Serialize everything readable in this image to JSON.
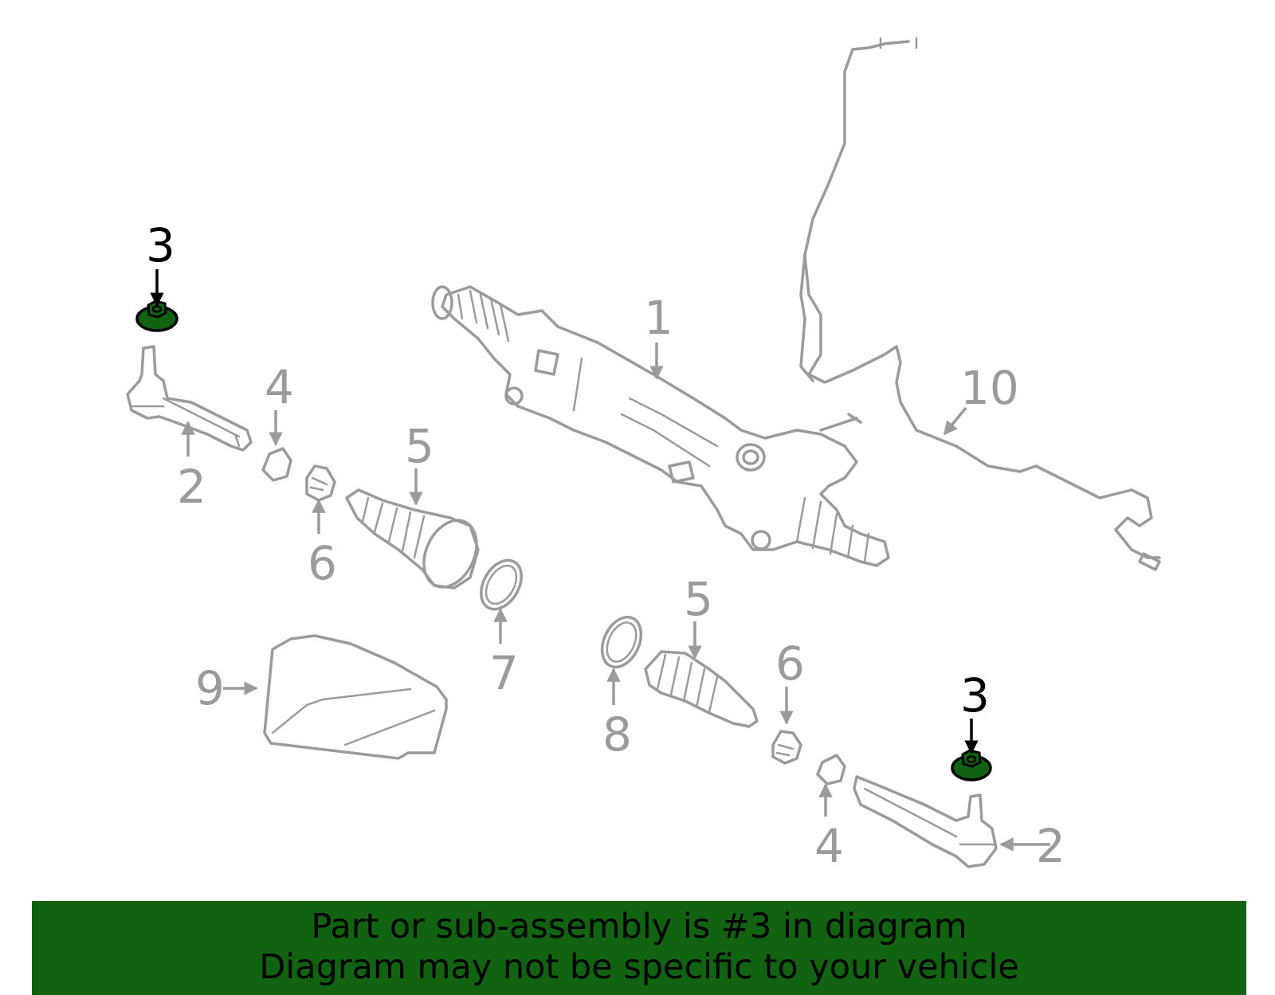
{
  "diagram": {
    "highlight_color": "#116211",
    "line_color": "#9b9b9b",
    "callouts": {
      "rack_gear": "1",
      "tie_rod_end_left": "2",
      "tie_rod_end_right": "2",
      "nut_left": "3",
      "nut_right": "3",
      "jam_nut_left": "4",
      "jam_nut_right": "4",
      "boot_left": "5",
      "boot_right": "5",
      "clamp_left": "6",
      "clamp_right": "6",
      "ring_left": "7",
      "ring_right": "8",
      "heat_shield": "9",
      "wiring_harness": "10"
    },
    "highlighted_callout": "3"
  },
  "banner": {
    "line1": "Part or sub-assembly is #3 in diagram",
    "line2": "Diagram may not be specific to your vehicle",
    "background": "#116211"
  }
}
